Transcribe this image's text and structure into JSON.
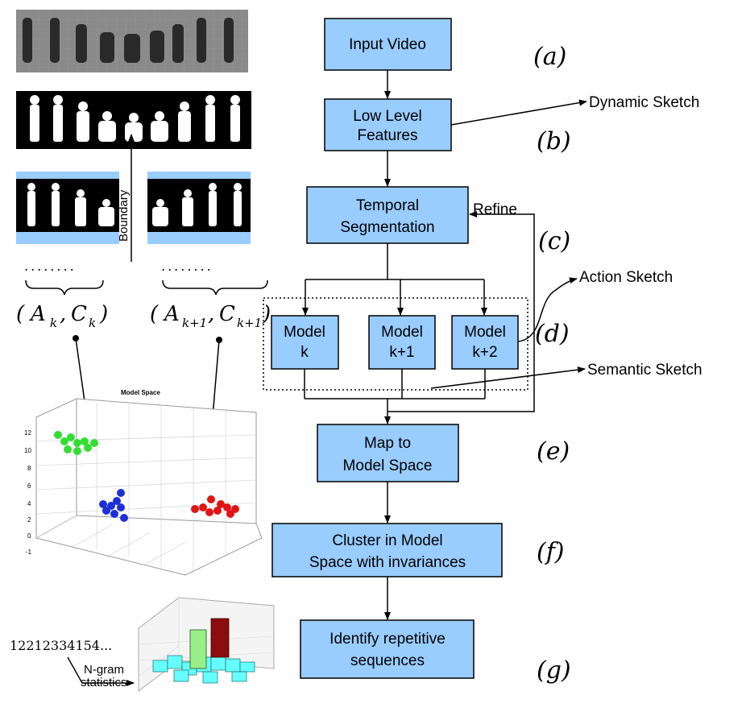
{
  "flow": {
    "input_video": "Input Video",
    "low_level": [
      "Low Level",
      "Features"
    ],
    "temporal": [
      "Temporal",
      "Segmentation"
    ],
    "model_k": [
      "Model",
      "k"
    ],
    "model_k1": [
      "Model",
      "k+1"
    ],
    "model_k2": [
      "Model",
      "k+2"
    ],
    "map": [
      "Map",
      "to",
      "Model Space"
    ],
    "cluster": [
      "Cluster in Model",
      "Space with invariances"
    ],
    "identify": [
      "Identify repetitive",
      "sequences"
    ]
  },
  "side_labels": {
    "dynamic_sketch": "Dynamic Sketch",
    "refine": "Refine",
    "action_sketch": "Action Sketch",
    "semantic_sketch": "Semantic Sketch"
  },
  "stage_labels": [
    "(a)",
    "(b)",
    "(c)",
    "(d)",
    "(e)",
    "(f)",
    "(g)"
  ],
  "left_panel": {
    "boundary": "Boundary",
    "dots": "........",
    "pair1": {
      "A": "A",
      "A_sub": "k",
      "C": "C",
      "C_sub": "k"
    },
    "pair2": {
      "A": "A",
      "A_sub": "k+1",
      "C": "C",
      "C_sub": "k+1"
    },
    "model_space_title": "Model Space",
    "sequence": "12212334154...",
    "ngram": [
      "N-gram",
      "statistics"
    ]
  },
  "colors": {
    "box_fill": "#99ccff",
    "cluster_green": "#33dd33",
    "cluster_blue": "#1f2fd6",
    "cluster_red": "#e01515",
    "bar_cyan": "#66ffff",
    "bar_green": "#99ee88",
    "bar_darkred": "#8b0d0d"
  }
}
